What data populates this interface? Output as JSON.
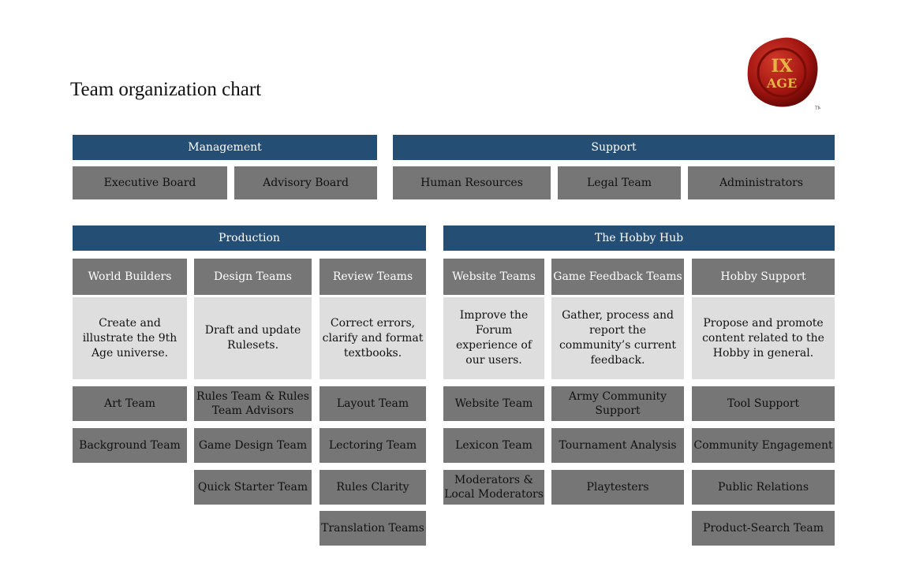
{
  "title": "Team organization chart",
  "logo": {
    "text": "IX AGE",
    "trademark": "TM"
  },
  "colors": {
    "header": "#254e74",
    "box": "#767676",
    "description": "#dedede"
  },
  "management": {
    "label": "Management",
    "items": [
      "Executive Board",
      "Advisory Board"
    ]
  },
  "support": {
    "label": "Support",
    "items": [
      "Human Resources",
      "Legal Team",
      "Administrators"
    ]
  },
  "production": {
    "label": "Production",
    "columns": [
      {
        "header": "World Builders",
        "description": "Create and illustrate the 9th Age universe.",
        "teams": [
          "Art Team",
          "Background Team"
        ]
      },
      {
        "header": "Design Teams",
        "description": "Draft and update Rulesets.",
        "teams": [
          "Rules Team  & Rules Team Advisors",
          "Game Design Team",
          "Quick Starter Team"
        ]
      },
      {
        "header": "Review Teams",
        "description": "Correct errors, clarify and format textbooks.",
        "teams": [
          "Layout Team",
          "Lectoring Team",
          "Rules Clarity",
          "Translation Teams"
        ]
      }
    ]
  },
  "hobby_hub": {
    "label": "The Hobby Hub",
    "columns": [
      {
        "header": "Website Teams",
        "description": "Improve the Forum experience of our users.",
        "teams": [
          "Website Team",
          "Lexicon Team",
          "Moderators & Local Moderators"
        ]
      },
      {
        "header": "Game Feedback Teams",
        "description": "Gather, process and report the community’s current feedback.",
        "teams": [
          "Army Community Support",
          "Tournament Analysis",
          "Playtesters"
        ]
      },
      {
        "header": "Hobby Support",
        "description": "Propose and promote content related to the Hobby in general.",
        "teams": [
          "Tool Support",
          "Community Engagement",
          "Public Relations",
          "Product-Search Team"
        ]
      }
    ]
  }
}
